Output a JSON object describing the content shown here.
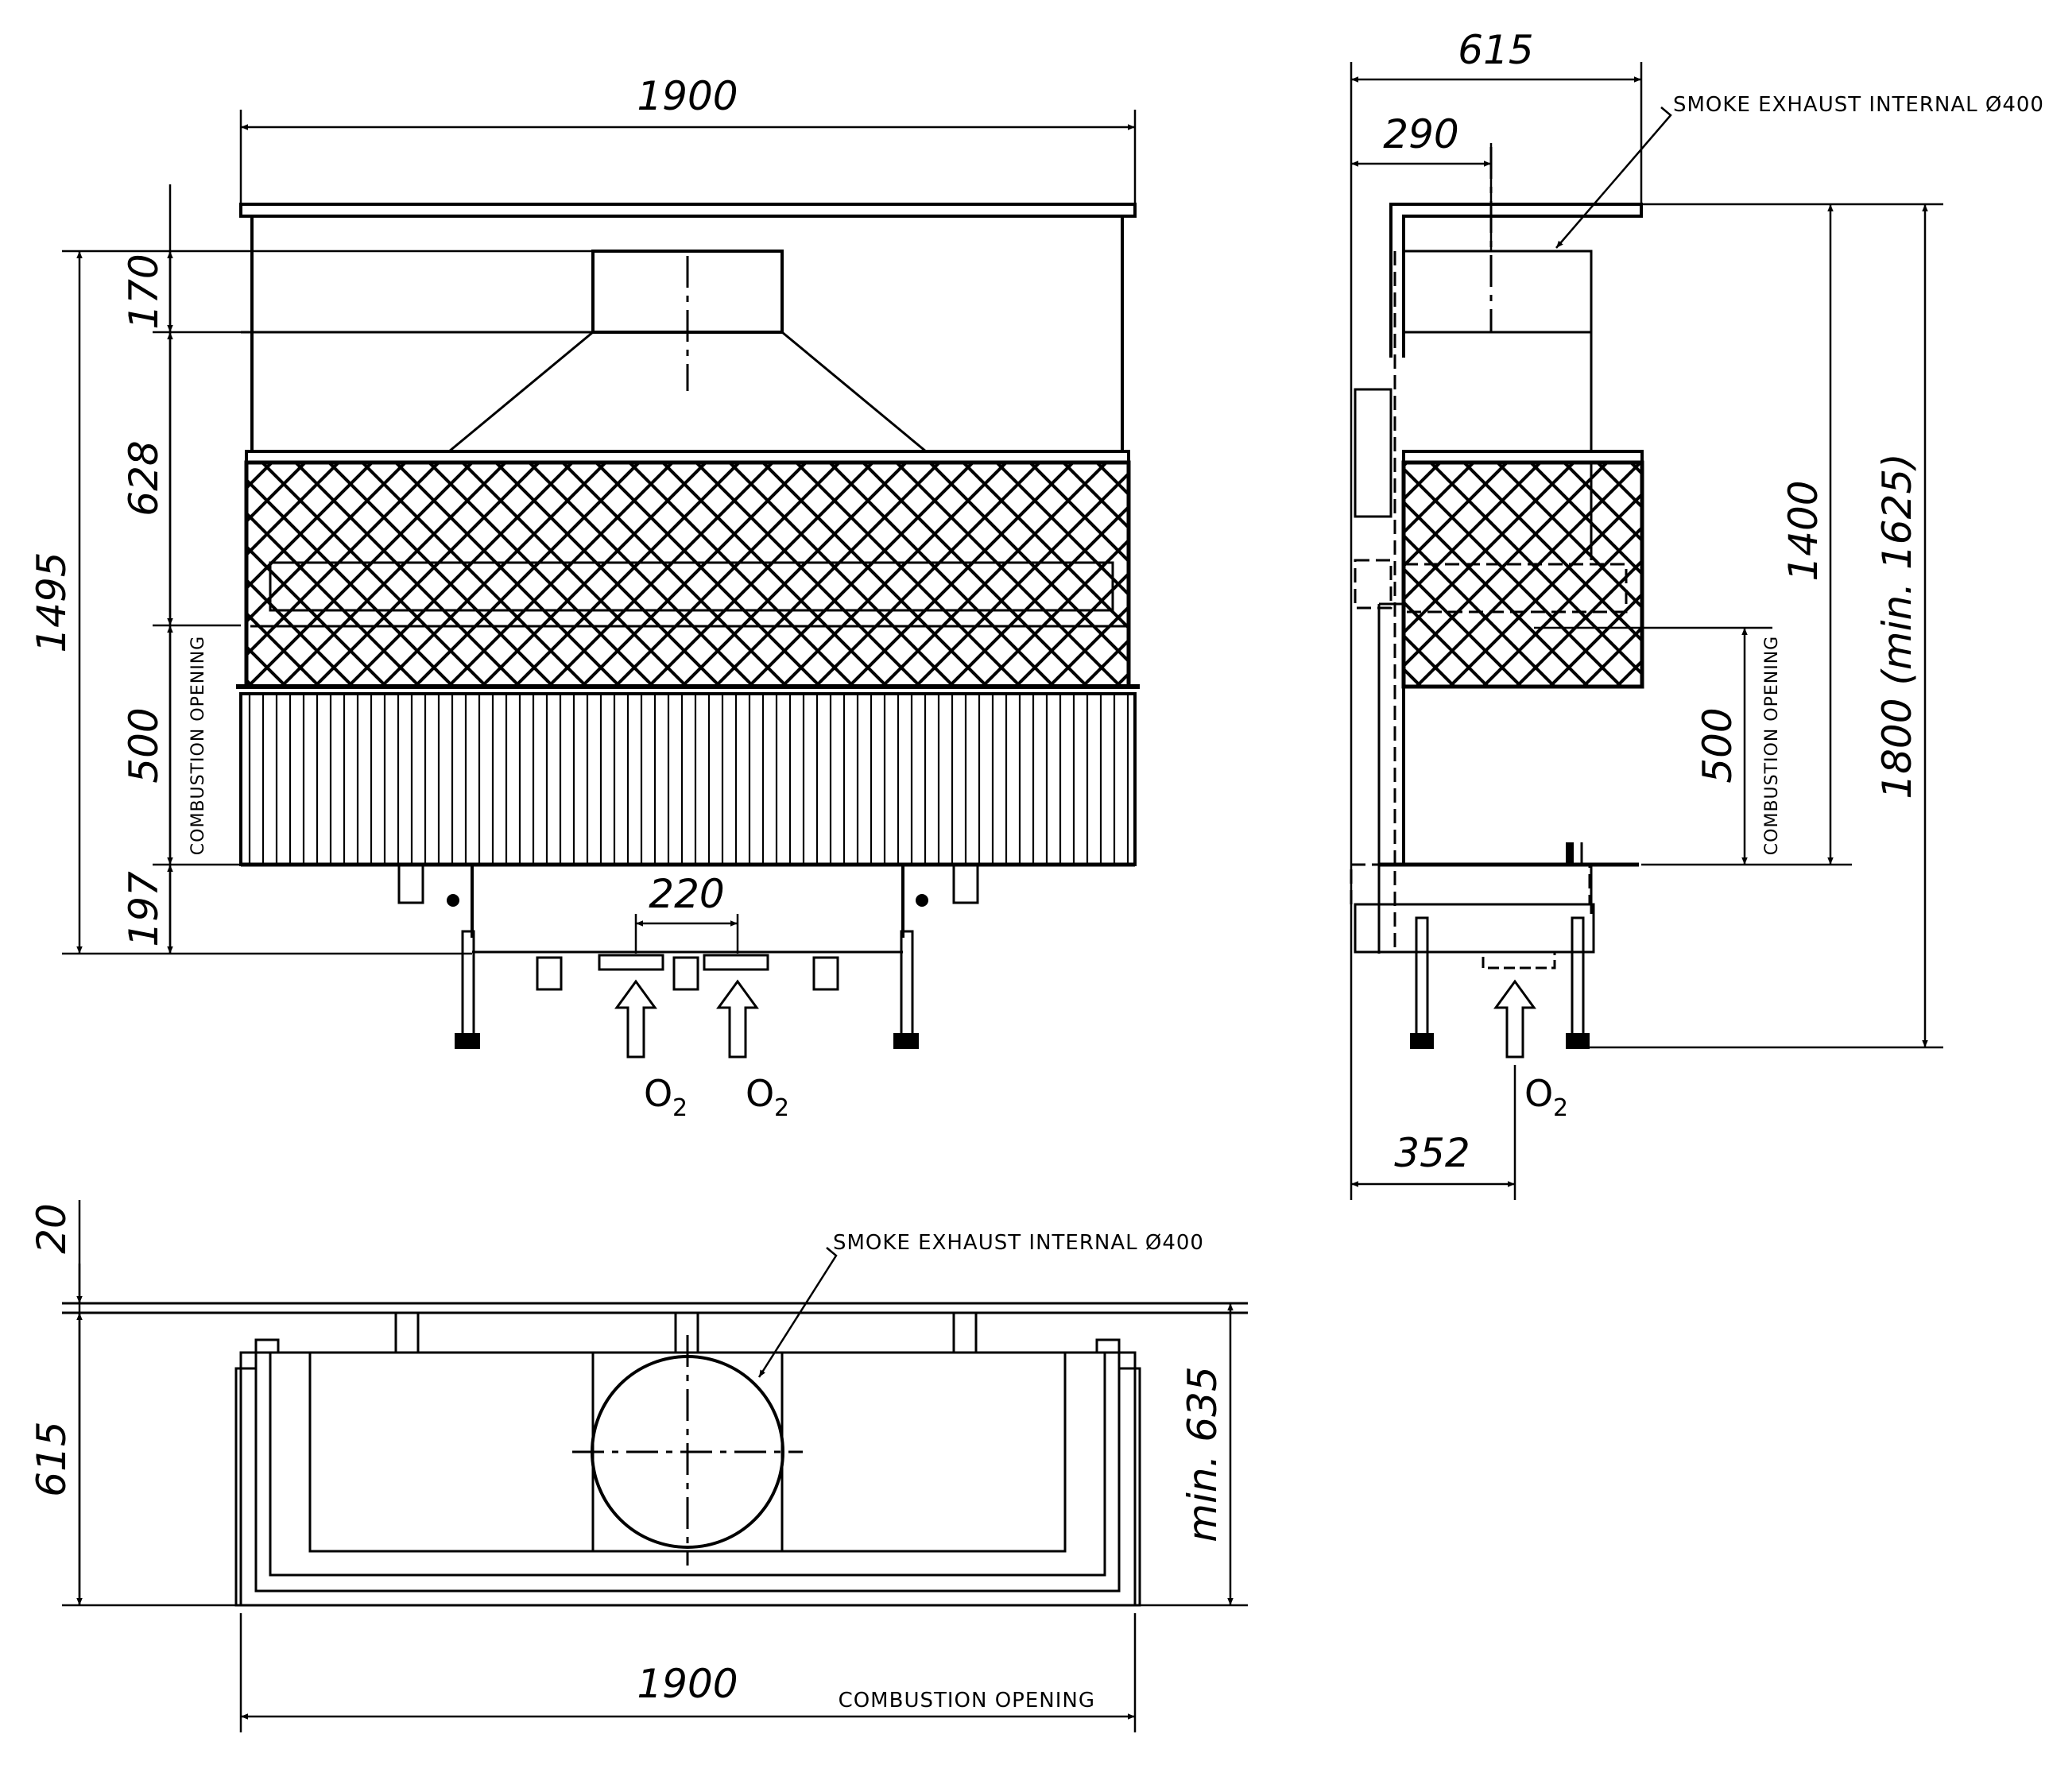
{
  "front": {
    "width": "1900",
    "hood": "170",
    "glass": "628",
    "total": "1495",
    "opening": "500",
    "base": "197",
    "inlet_spacing": "220",
    "opening_label": "COMBUSTION OPENING",
    "o2_main": "O",
    "o2_sub": "2"
  },
  "side": {
    "depth": "615",
    "flue_offset": "290",
    "smoke_label": "SMOKE EXHAUST INTERNAL Ø400",
    "height_inner": "1400",
    "height_total": "1800 (min. 1625)",
    "opening": "500",
    "opening_label": "COMBUSTION OPENING",
    "inlet_offset": "352",
    "o2_main": "O",
    "o2_sub": "2"
  },
  "plan": {
    "gap": "20",
    "depth": "615",
    "clearance": "min. 635",
    "width": "1900",
    "smoke_label": "SMOKE EXHAUST INTERNAL Ø400",
    "opening_label": "COMBUSTION OPENING"
  }
}
